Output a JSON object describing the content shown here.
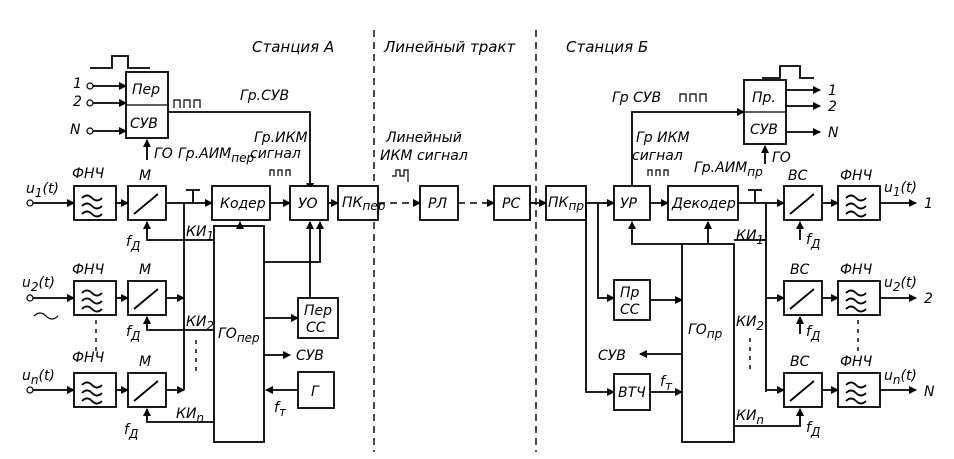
{
  "sections": {
    "station_a": "Станция А",
    "line_path": "Линейный тракт",
    "station_b": "Станция Б"
  },
  "station_a": {
    "per_suv_line1": "Пер",
    "per_suv_line2": "СУВ",
    "go_label": "ГО",
    "gr_aim_label": "Гр.АИМ",
    "gr_aim_sub": "пер",
    "gr_suv_label": "Гр.СУВ",
    "gr_ikm_line1": "Гр.ИКМ",
    "gr_ikm_line2": "сигнал",
    "coder": "Кодер",
    "uo": "УО",
    "pk_main": "ПК",
    "pk_sub": "пер",
    "go_main": "ГО",
    "go_sub": "пер",
    "per_ss_line1": "Пер",
    "per_ss_line2": "СС",
    "g": "Г",
    "suv_out": "СУВ",
    "ft_main": "f",
    "ft_sub": "т",
    "inputs": [
      "1",
      "2",
      "N"
    ],
    "channels": [
      {
        "signal_main": "u",
        "signal_sub": "1",
        "signal_tail": "(t)",
        "lpf": "ФНЧ",
        "mod": "М",
        "fd_main": "f",
        "fd_sub": "Д",
        "ki_main": "КИ",
        "ki_sub": "1"
      },
      {
        "signal_main": "u",
        "signal_sub": "2",
        "signal_tail": "(t)",
        "lpf": "ФНЧ",
        "mod": "М",
        "fd_main": "f",
        "fd_sub": "Д",
        "ki_main": "КИ",
        "ki_sub": "2"
      },
      {
        "signal_main": "u",
        "signal_sub": "n",
        "signal_tail": "(t)",
        "lpf": "ФНЧ",
        "mod": "М",
        "fd_main": "f",
        "fd_sub": "Д",
        "ki_main": "КИ",
        "ki_sub": "n"
      }
    ]
  },
  "line": {
    "linear_ikm_line1": "Линейный",
    "linear_ikm_line2": "ИКМ сигнал",
    "rl": "РЛ",
    "rs": "РС"
  },
  "station_b": {
    "pk_main": "ПК",
    "pk_sub": "пр",
    "ur": "УР",
    "decoder": "Декодер",
    "gr_suv_label": "Гр СУВ",
    "gr_ikm_line1": "Гр ИКМ",
    "gr_ikm_line2": "сигнал",
    "gr_aim_label": "Гр.АИМ",
    "gr_aim_sub": "пр",
    "pr_suv_line1": "Пр.",
    "pr_suv_line2": "СУВ",
    "go_label": "ГО",
    "outputs": [
      "1",
      "2",
      "N"
    ],
    "pr_ss_line1": "Пр",
    "pr_ss_line2": "СС",
    "go_main": "ГО",
    "go_sub": "пр",
    "suv_out": "СУВ",
    "vtch": "ВТЧ",
    "ft_main": "f",
    "ft_sub": "т",
    "channels": [
      {
        "vs": "ВС",
        "lpf": "ФНЧ",
        "out_main": "u",
        "out_sub": "1",
        "out_tail": "(t)",
        "num": "1",
        "ki_main": "КИ",
        "ki_sub": "1",
        "fd_main": "f",
        "fd_sub": "Д"
      },
      {
        "vs": "ВС",
        "lpf": "ФНЧ",
        "out_main": "u",
        "out_sub": "2",
        "out_tail": "(t)",
        "num": "2",
        "ki_main": "КИ",
        "ki_sub": "2",
        "fd_main": "f",
        "fd_sub": "Д"
      },
      {
        "vs": "ВС",
        "lpf": "ФНЧ",
        "out_main": "u",
        "out_sub": "n",
        "out_tail": "(t)",
        "num": "N",
        "ki_main": "КИ",
        "ki_sub": "n",
        "fd_main": "f",
        "fd_sub": "Д"
      }
    ]
  }
}
